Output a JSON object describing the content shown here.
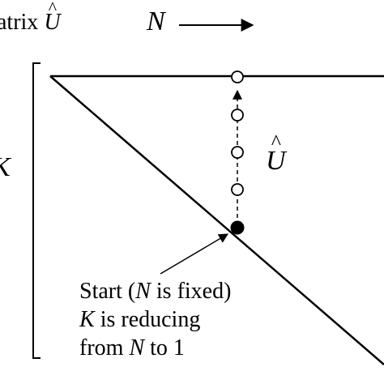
{
  "labels": {
    "title_prefix": "atrix ",
    "title_symbol": "U",
    "hat": "^",
    "n_axis": "N",
    "k_axis": "K",
    "u_hat": "U"
  },
  "annotation": {
    "line1_start": "Start (",
    "line1_var": "N",
    "line1_end": " is fixed)",
    "line2_var": "K",
    "line2_end": " is reducing",
    "line3_start": "from ",
    "line3_var": "N",
    "line3_end": " to 1"
  },
  "colors": {
    "ink": "#000000",
    "background": "#ffffff"
  }
}
